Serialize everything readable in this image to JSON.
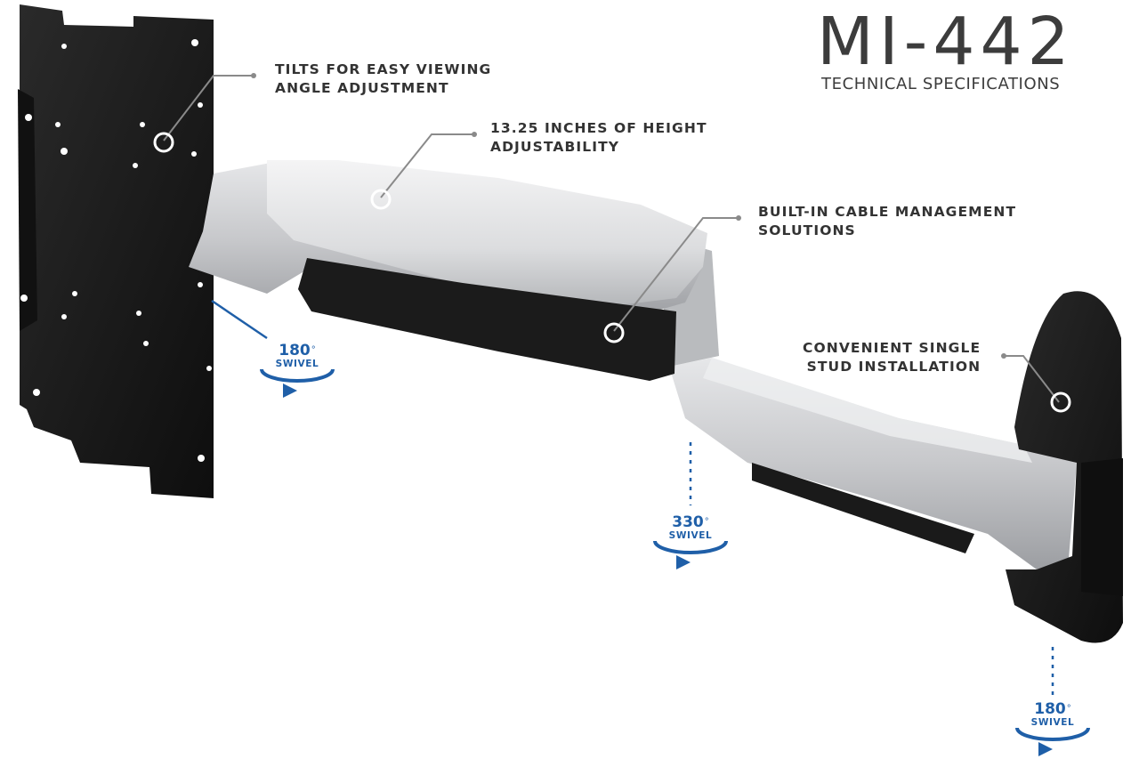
{
  "header": {
    "model": "MI-442",
    "subtitle": "TECHNICAL SPECIFICATIONS"
  },
  "callouts": {
    "tilt": {
      "line1": "TILTS FOR EASY VIEWING",
      "line2": "ANGLE ADJUSTMENT"
    },
    "height": {
      "line1": "13.25 INCHES OF HEIGHT",
      "line2": "ADJUSTABILITY"
    },
    "cable": {
      "line1": "BUILT-IN CABLE MANAGEMENT",
      "line2": "SOLUTIONS"
    },
    "stud": {
      "line1": "CONVENIENT SINGLE",
      "line2": "STUD INSTALLATION"
    }
  },
  "swivels": {
    "plate": {
      "degrees": "180",
      "label": "SWIVEL"
    },
    "elbow": {
      "degrees": "330",
      "label": "SWIVEL"
    },
    "wall": {
      "degrees": "180",
      "label": "SWIVEL"
    }
  },
  "colors": {
    "accent_blue": "#1f5fa8",
    "text_dark": "#333333",
    "callout_gray": "#8a8a8a",
    "plate_black": "#1c1c1c",
    "arm_silver": "#c9cacc"
  }
}
